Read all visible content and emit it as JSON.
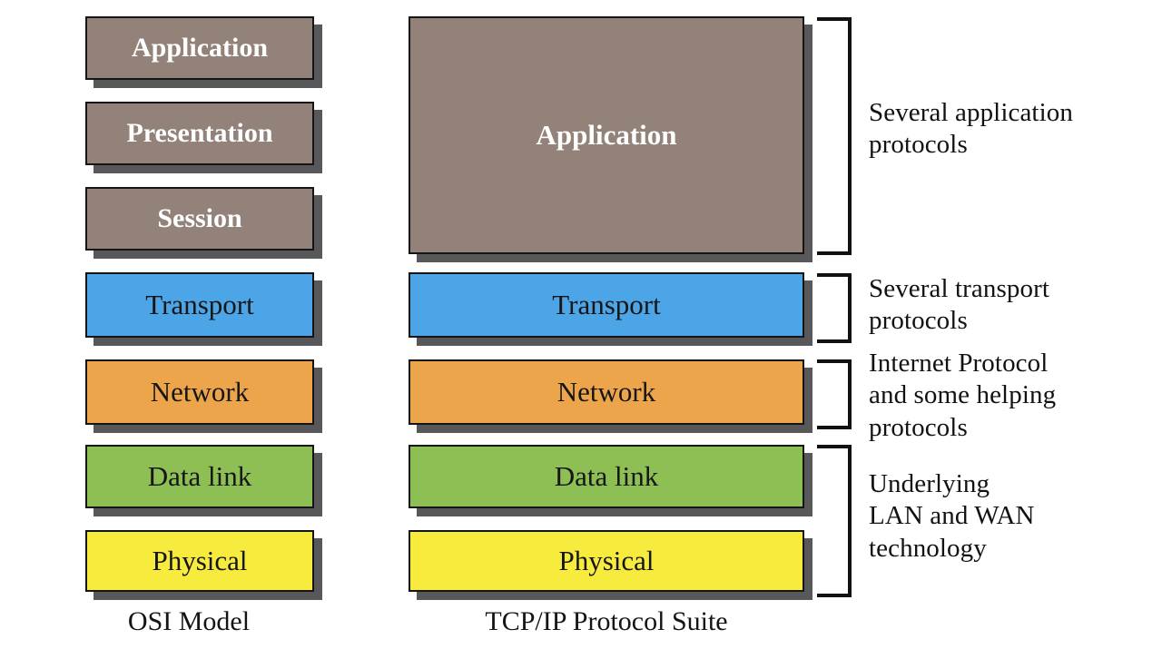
{
  "diagram": {
    "title_osi": "OSI Model",
    "title_tcpip": "TCP/IP Protocol Suite",
    "colors": {
      "taupe": "#93827a",
      "blue": "#4ca5e6",
      "orange": "#eda54c",
      "green": "#8dbf55",
      "yellow": "#f7ec3d",
      "shadow": "#58585a",
      "outline": "#151515",
      "text_light": "#ffffff",
      "text_dark": "#161616"
    }
  },
  "osi_stack": {
    "caption": "OSI Model",
    "layers": [
      {
        "label": "Application",
        "color": "taupe",
        "text": "light"
      },
      {
        "label": "Presentation",
        "color": "taupe",
        "text": "light"
      },
      {
        "label": "Session",
        "color": "taupe",
        "text": "light"
      },
      {
        "label": "Transport",
        "color": "blue",
        "text": "dark"
      },
      {
        "label": "Network",
        "color": "orange",
        "text": "dark"
      },
      {
        "label": "Data link",
        "color": "green",
        "text": "dark"
      },
      {
        "label": "Physical",
        "color": "yellow",
        "text": "dark"
      }
    ]
  },
  "tcpip_stack": {
    "caption": "TCP/IP Protocol Suite",
    "layers": [
      {
        "label": "Application",
        "color": "taupe",
        "text": "light"
      },
      {
        "label": "Transport",
        "color": "blue",
        "text": "dark"
      },
      {
        "label": "Network",
        "color": "orange",
        "text": "dark"
      },
      {
        "label": "Data link",
        "color": "green",
        "text": "dark"
      },
      {
        "label": "Physical",
        "color": "yellow",
        "text": "dark"
      }
    ]
  },
  "annotations": [
    {
      "line1": "Several application",
      "line2": "protocols",
      "line3": ""
    },
    {
      "line1": "Several transport",
      "line2": "protocols",
      "line3": ""
    },
    {
      "line1": "Internet Protocol",
      "line2": "and some helping",
      "line3": "protocols"
    },
    {
      "line1": "Underlying",
      "line2": "LAN and WAN",
      "line3": "technology"
    }
  ]
}
